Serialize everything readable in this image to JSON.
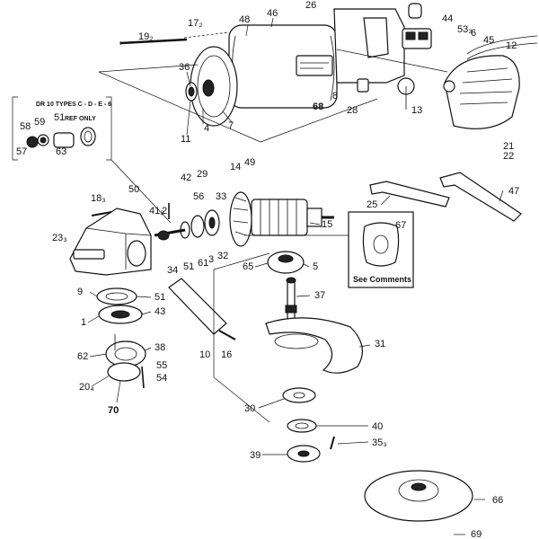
{
  "labels": [
    {
      "id": "p26",
      "text": "26"
    },
    {
      "id": "p17",
      "text": "17₂"
    },
    {
      "id": "p19",
      "text": "19₂"
    },
    {
      "id": "p48",
      "text": "48"
    },
    {
      "id": "p46",
      "text": "46"
    },
    {
      "id": "p44",
      "text": "44"
    },
    {
      "id": "p53",
      "text": "53₃"
    },
    {
      "id": "p6",
      "text": "6"
    },
    {
      "id": "p45",
      "text": "45"
    },
    {
      "id": "p12",
      "text": "12"
    },
    {
      "id": "p36",
      "text": "36"
    },
    {
      "id": "p4",
      "text": "4"
    },
    {
      "id": "p7",
      "text": "7"
    },
    {
      "id": "p11",
      "text": "11"
    },
    {
      "id": "p68",
      "text": "68"
    },
    {
      "id": "p8",
      "text": "8"
    },
    {
      "id": "p28",
      "text": "28"
    },
    {
      "id": "p13",
      "text": "13"
    },
    {
      "id": "p21",
      "text": "21"
    },
    {
      "id": "p22",
      "text": "22"
    },
    {
      "id": "p58",
      "text": "58"
    },
    {
      "id": "p59",
      "text": "59"
    },
    {
      "id": "p51a",
      "text": "51"
    },
    {
      "id": "p57",
      "text": "57"
    },
    {
      "id": "p63",
      "text": "63"
    },
    {
      "id": "p42",
      "text": "42"
    },
    {
      "id": "p29",
      "text": "29"
    },
    {
      "id": "p14",
      "text": "14"
    },
    {
      "id": "p49",
      "text": "49"
    },
    {
      "id": "p18",
      "text": "18₃"
    },
    {
      "id": "p50",
      "text": "50"
    },
    {
      "id": "p41",
      "text": "41₂"
    },
    {
      "id": "p56",
      "text": "56"
    },
    {
      "id": "p33",
      "text": "33"
    },
    {
      "id": "p2",
      "text": "2"
    },
    {
      "id": "p23",
      "text": "23₃"
    },
    {
      "id": "p34",
      "text": "34"
    },
    {
      "id": "p51b",
      "text": "51"
    },
    {
      "id": "p61",
      "text": "61"
    },
    {
      "id": "p3",
      "text": "3"
    },
    {
      "id": "p32",
      "text": "32"
    },
    {
      "id": "p15",
      "text": "15"
    },
    {
      "id": "p25",
      "text": "25"
    },
    {
      "id": "p47",
      "text": "47"
    },
    {
      "id": "p67",
      "text": "67"
    },
    {
      "id": "p65",
      "text": "65"
    },
    {
      "id": "p5",
      "text": "5"
    },
    {
      "id": "p9",
      "text": "9"
    },
    {
      "id": "p51c",
      "text": "51"
    },
    {
      "id": "p43",
      "text": "43"
    },
    {
      "id": "p1",
      "text": "1"
    },
    {
      "id": "p37",
      "text": "37"
    },
    {
      "id": "p10",
      "text": "10"
    },
    {
      "id": "p16",
      "text": "16"
    },
    {
      "id": "p31",
      "text": "31"
    },
    {
      "id": "p38",
      "text": "38"
    },
    {
      "id": "p62",
      "text": "62"
    },
    {
      "id": "p55",
      "text": "55"
    },
    {
      "id": "p54",
      "text": "54"
    },
    {
      "id": "p20",
      "text": "20₄"
    },
    {
      "id": "p70",
      "text": "70"
    },
    {
      "id": "p30",
      "text": "30"
    },
    {
      "id": "p40",
      "text": "40"
    },
    {
      "id": "p35",
      "text": "35₃"
    },
    {
      "id": "p39",
      "text": "39"
    },
    {
      "id": "p66",
      "text": "66"
    },
    {
      "id": "p69",
      "text": "69"
    }
  ],
  "notes": {
    "types_note": "DR 10 TYPES  C - D - E - 6",
    "ref_only": "REF ONLY",
    "see_comments": "See Comments"
  }
}
